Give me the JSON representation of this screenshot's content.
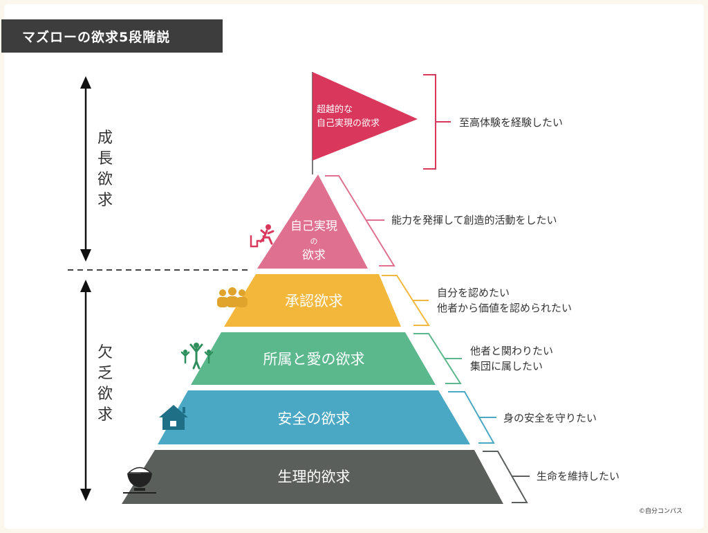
{
  "title": "マズローの欲求5段階説",
  "axis": {
    "growth_label": "成長欲求",
    "deficiency_label": "欠乏欲求"
  },
  "flag": {
    "line1": "超越的な",
    "line2": "自己実現の欲求",
    "desire": "至高体験を経験したい",
    "color": "#d9375c"
  },
  "levels": [
    {
      "name_line1": "自己実現",
      "name_line2": "の",
      "name_line3": "欲求",
      "desire_line1": "能力を発揮して創造的活動をしたい",
      "desire_line2": "",
      "color": "#e0708f",
      "icon": "climbing-person-icon"
    },
    {
      "name": "承認欲求",
      "desire_line1": "自分を認めたい",
      "desire_line2": "他者から価値を認められたい",
      "color": "#f3b73b",
      "icon": "people-group-icon"
    },
    {
      "name": "所属と愛の欲求",
      "desire_line1": "他者と関わりたい",
      "desire_line2": "集団に属したい",
      "color": "#5bb88c",
      "icon": "family-icon"
    },
    {
      "name": "安全の欲求",
      "desire_line1": "身の安全を守りたい",
      "desire_line2": "",
      "color": "#4aa8c4",
      "icon": "house-icon"
    },
    {
      "name": "生理的欲求",
      "desire_line1": "生命を維持したい",
      "desire_line2": "",
      "color": "#5b5f5c",
      "icon": "rice-bowl-icon"
    }
  ],
  "credit": "©自分コンパス"
}
